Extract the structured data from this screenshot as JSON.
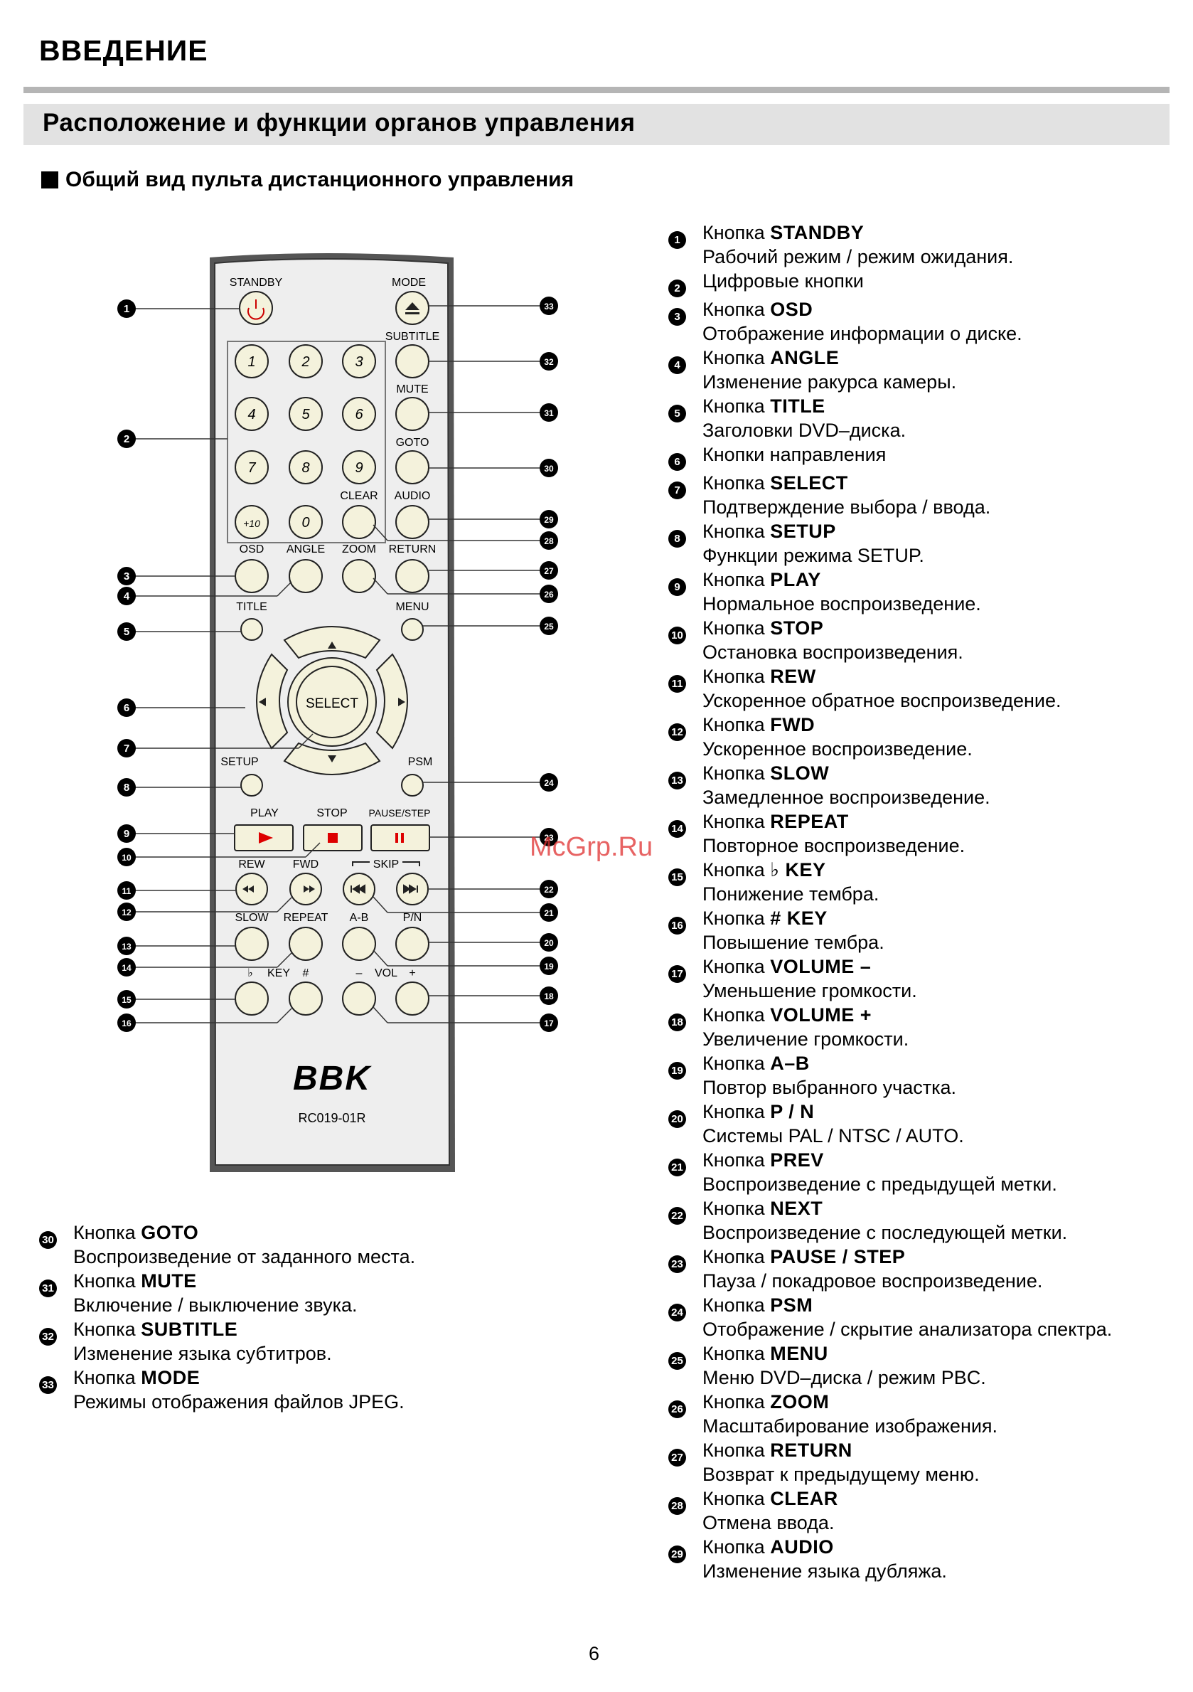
{
  "header": {
    "chapter": "ВВЕДЕНИЕ",
    "section": "Расположение и функции органов управления",
    "subsection": "Общий вид пульта дистанционного управления"
  },
  "remote": {
    "brand": "BBK",
    "model": "RC019-01R",
    "labels": {
      "standby": "STANDBY",
      "mode": "MODE",
      "subtitle": "SUBTITLE",
      "mute": "MUTE",
      "goto": "GOTO",
      "clear": "CLEAR",
      "audio": "AUDIO",
      "osd": "OSD",
      "angle": "ANGLE",
      "zoom": "ZOOM",
      "return": "RETURN",
      "title": "TITLE",
      "menu": "MENU",
      "select": "SELECT",
      "setup": "SETUP",
      "psm": "PSM",
      "play": "PLAY",
      "stop": "STOP",
      "pause": "PAUSE/STEP",
      "rew": "REW",
      "fwd": "FWD",
      "skip": "SKIP",
      "slow": "SLOW",
      "repeat": "REPEAT",
      "ab": "A-B",
      "pn": "P/N",
      "key_flat": "♭",
      "key": "KEY",
      "key_sharp": "#",
      "vol_minus": "–",
      "vol": "VOL",
      "vol_plus": "+"
    },
    "digits": [
      "1",
      "2",
      "3",
      "4",
      "5",
      "6",
      "7",
      "8",
      "9",
      "+10",
      "0"
    ]
  },
  "legend_right": [
    {
      "n": "1",
      "label": "Кнопка ",
      "key": "STANDBY",
      "desc": "Рабочий режим / режим ожидания."
    },
    {
      "n": "2",
      "label": "Цифровые кнопки",
      "key": "",
      "desc": ""
    },
    {
      "n": "3",
      "label": "Кнопка ",
      "key": "OSD",
      "desc": "Отображение информации о диске."
    },
    {
      "n": "4",
      "label": "Кнопка ",
      "key": "ANGLE",
      "desc": "Изменение ракурса камеры."
    },
    {
      "n": "5",
      "label": "Кнопка ",
      "key": "TITLE",
      "desc": "Заголовки DVD–диска."
    },
    {
      "n": "6",
      "label": "Кнопки направления",
      "key": "",
      "desc": ""
    },
    {
      "n": "7",
      "label": "Кнопка ",
      "key": "SELECT",
      "desc": "Подтверждение выбора / ввода."
    },
    {
      "n": "8",
      "label": "Кнопка ",
      "key": "SETUP",
      "desc": "Функции режима SETUP."
    },
    {
      "n": "9",
      "label": "Кнопка ",
      "key": "PLAY",
      "desc": "Нормальное воспроизведение."
    },
    {
      "n": "10",
      "label": "Кнопка ",
      "key": "STOP",
      "desc": "Остановка воспроизведения."
    },
    {
      "n": "11",
      "label": "Кнопка ",
      "key": "REW",
      "desc": "Ускоренное обратное воспроизведение."
    },
    {
      "n": "12",
      "label": "Кнопка ",
      "key": "FWD",
      "desc": "Ускоренное воспроизведение."
    },
    {
      "n": "13",
      "label": "Кнопка ",
      "key": "SLOW",
      "desc": "Замедленное воспроизведение."
    },
    {
      "n": "14",
      "label": "Кнопка ",
      "key": "REPEAT",
      "desc": "Повторное воспроизведение."
    },
    {
      "n": "15",
      "label": "Кнопка ",
      "key": "♭ KEY",
      "desc": "Понижение тембра."
    },
    {
      "n": "16",
      "label": "Кнопка ",
      "key": "# KEY",
      "desc": "Повышение тембра."
    },
    {
      "n": "17",
      "label": "Кнопка ",
      "key": "VOLUME –",
      "desc": "Уменьшение громкости."
    },
    {
      "n": "18",
      "label": "Кнопка ",
      "key": "VOLUME +",
      "desc": "Увеличение громкости."
    },
    {
      "n": "19",
      "label": "Кнопка ",
      "key": "A–B",
      "desc": "Повтор выбранного участка."
    },
    {
      "n": "20",
      "label": "Кнопка ",
      "key": "P / N",
      "desc": "Системы PAL / NTSC / AUTO."
    },
    {
      "n": "21",
      "label": "Кнопка ",
      "key": "PREV",
      "desc": "Воспроизведение с предыдущей метки."
    },
    {
      "n": "22",
      "label": "Кнопка ",
      "key": "NEXT",
      "desc": "Воспроизведение с последующей метки."
    },
    {
      "n": "23",
      "label": "Кнопка ",
      "key": "PAUSE / STEP",
      "desc": "Пауза / покадровое воспроизведение."
    },
    {
      "n": "24",
      "label": "Кнопка ",
      "key": "PSM",
      "desc": "Отображение / скрытие анализатора спектра."
    },
    {
      "n": "25",
      "label": "Кнопка ",
      "key": "MENU",
      "desc": "Меню DVD–диска / режим PBC."
    },
    {
      "n": "26",
      "label": "Кнопка ",
      "key": "ZOOM",
      "desc": "Масштабирование изображения."
    },
    {
      "n": "27",
      "label": "Кнопка ",
      "key": "RETURN",
      "desc": "Возврат к предыдущему меню."
    },
    {
      "n": "28",
      "label": "Кнопка ",
      "key": "CLEAR",
      "desc": "Отмена ввода."
    },
    {
      "n": "29",
      "label": "Кнопка ",
      "key": "AUDIO",
      "desc": "Изменение языка дубляжа."
    }
  ],
  "legend_left": [
    {
      "n": "30",
      "label": "Кнопка ",
      "key": "GOTO",
      "desc": "Воспроизведение от заданного места."
    },
    {
      "n": "31",
      "label": "Кнопка ",
      "key": "MUTE",
      "desc": "Включение / выключение звука."
    },
    {
      "n": "32",
      "label": "Кнопка ",
      "key": "SUBTITLE",
      "desc": "Изменение языка субтитров."
    },
    {
      "n": "33",
      "label": "Кнопка ",
      "key": "MODE",
      "desc": "Режимы отображения файлов JPEG."
    }
  ],
  "watermark": "McGrp.Ru",
  "page_number": "6"
}
